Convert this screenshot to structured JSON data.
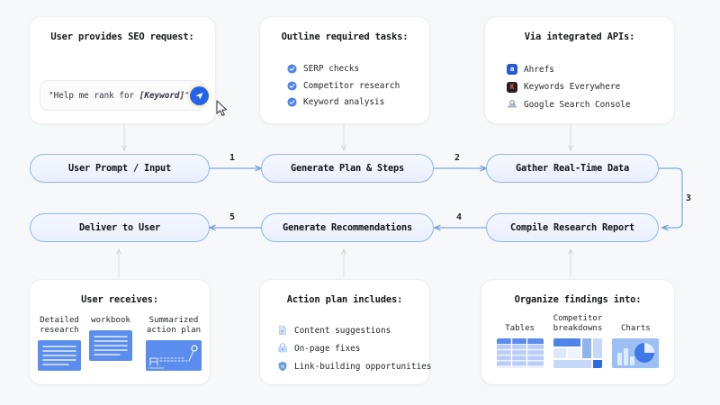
{
  "theme": {
    "background": "#f7f8f9",
    "card_bg": "#ffffff",
    "pill_border": "#8fb4f2",
    "pill_fill": "#eaf0fc",
    "accent_blue": "#2563eb",
    "thumb_blue": "#5b8def",
    "wire_gray": "#d8dbdf",
    "wire_blue": "#7ea6e0",
    "text": "#16191d"
  },
  "top_cards": [
    {
      "title": "User provides SEO request:",
      "kind": "prompt",
      "prompt_prefix": "\"Help me rank for ",
      "prompt_keyword": "[Keyword]",
      "prompt_suffix": "\"",
      "send_icon": "send-paper-plane-icon",
      "cursor_icon": "mouse-cursor-icon"
    },
    {
      "title": "Outline required tasks:",
      "kind": "checklist",
      "items": [
        {
          "label": "SERP checks",
          "icon": "check-circle-icon"
        },
        {
          "label": "Competitor research",
          "icon": "check-circle-icon"
        },
        {
          "label": "Keyword analysis",
          "icon": "check-circle-icon"
        }
      ]
    },
    {
      "title": "Via integrated APIs:",
      "kind": "apps",
      "items": [
        {
          "label": "Ahrefs",
          "icon": "ahrefs-app-icon",
          "glyph": "a",
          "bg": "#2458d6",
          "fg": "#ffffff"
        },
        {
          "label": "Keywords Everywhere",
          "icon": "keywords-everywhere-app-icon",
          "glyph": "K",
          "bg": "#231f20",
          "fg": "#e8573f"
        },
        {
          "label": "Google Search Console",
          "icon": "google-search-console-icon",
          "glyph": "",
          "bg": "transparent",
          "fg": "#8ab4f8"
        }
      ]
    }
  ],
  "flow": {
    "row1": [
      {
        "label": "User Prompt / Input",
        "name": "pill-user-prompt-input"
      },
      {
        "label": "Generate Plan & Steps",
        "name": "pill-generate-plan-steps"
      },
      {
        "label": "Gather Real-Time Data",
        "name": "pill-gather-real-time-data"
      }
    ],
    "row2": [
      {
        "label": "Deliver to User",
        "name": "pill-deliver-to-user"
      },
      {
        "label": "Generate Recommendations",
        "name": "pill-generate-recommendations"
      },
      {
        "label": "Compile Research Report",
        "name": "pill-compile-research-report"
      }
    ],
    "step_numbers": [
      "1",
      "2",
      "3",
      "4",
      "5"
    ]
  },
  "bottom_cards": [
    {
      "title": "User receives:",
      "kind": "thumbs",
      "items": [
        {
          "caption": "Detailed\nresearch",
          "thumb": "document-lines-thumb"
        },
        {
          "caption": "workbook",
          "thumb": "document-lines-thumb"
        },
        {
          "caption": "Summarized\naction plan",
          "thumb": "action-plan-diagram-thumb"
        }
      ]
    },
    {
      "title": "Action plan includes:",
      "kind": "checklist",
      "items": [
        {
          "label": "Content suggestions",
          "icon": "document-text-icon"
        },
        {
          "label": "On-page fixes",
          "icon": "wrench-page-icon"
        },
        {
          "label": "Link-building opportunities",
          "icon": "shield-link-icon"
        }
      ]
    },
    {
      "title": "Organize findings into:",
      "kind": "thumbs",
      "items": [
        {
          "caption": "Tables",
          "thumb": "table-grid-thumb"
        },
        {
          "caption": "Competitor\nbreakdowns",
          "thumb": "mosaic-blocks-thumb"
        },
        {
          "caption": "Charts",
          "thumb": "bar-pie-chart-thumb"
        }
      ]
    }
  ]
}
